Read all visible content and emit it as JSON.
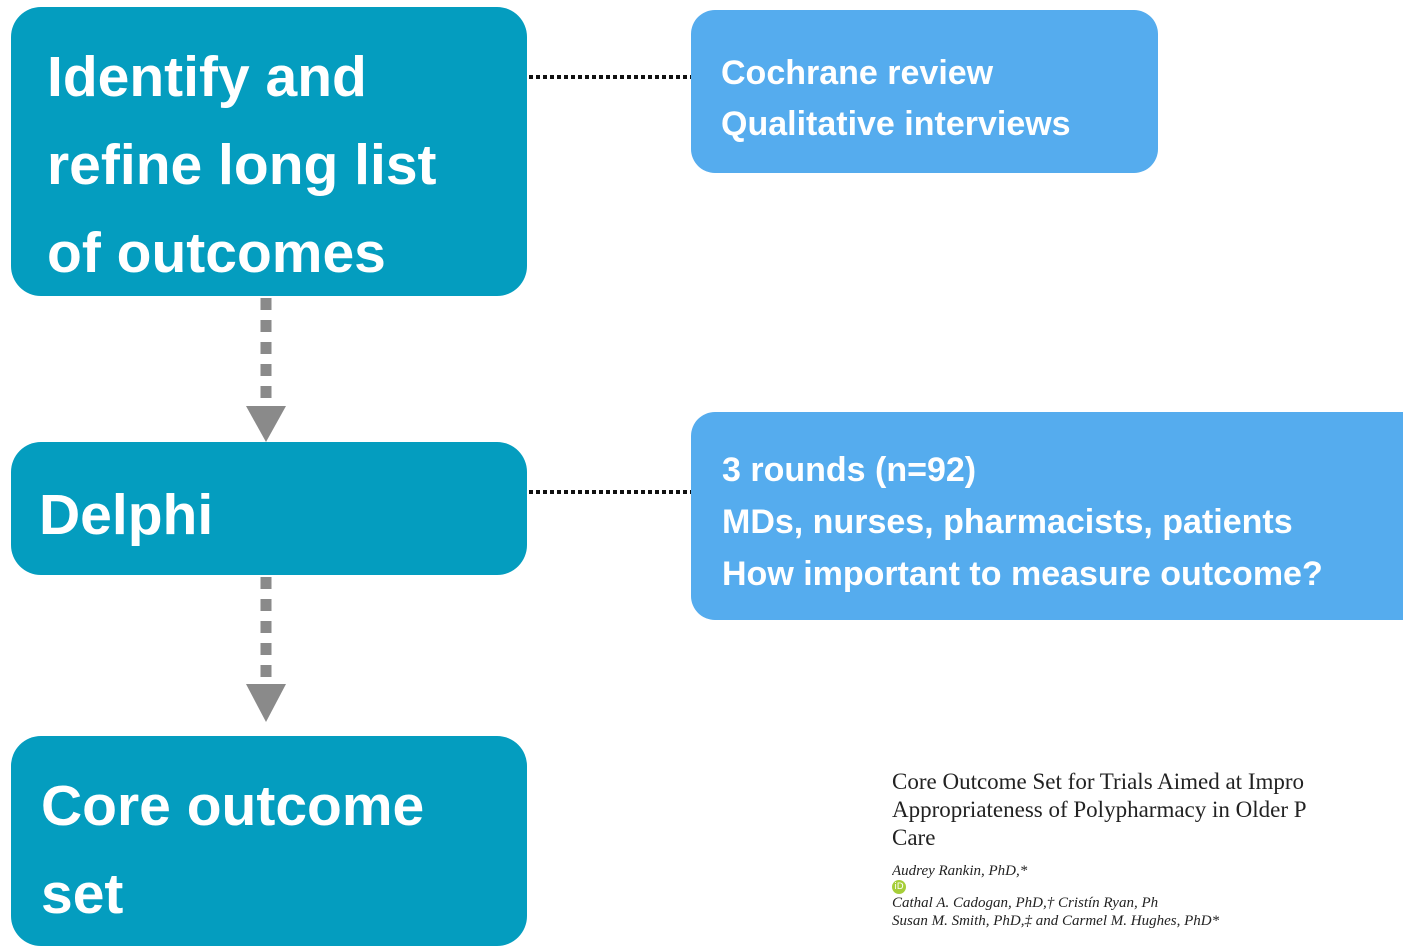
{
  "steps": [
    {
      "lines": [
        "Identify and",
        "refine long list",
        "of outcomes"
      ]
    },
    {
      "lines": [
        "Delphi"
      ]
    },
    {
      "lines": [
        "Core outcome",
        "set"
      ]
    }
  ],
  "notes": [
    {
      "lines": [
        "Cochrane review",
        "Qualitative interviews"
      ]
    },
    {
      "lines": [
        "3 rounds (n=92)",
        "MDs, nurses, pharmacists, patients",
        "How important to measure outcome?"
      ]
    }
  ],
  "citation": {
    "title_lines": [
      "Core Outcome Set for Trials Aimed at Impro",
      "Appropriateness of Polypharmacy in Older P",
      "Care"
    ],
    "authors_line1_a": "Audrey Rankin, PhD,*",
    "authors_line1_b": " Cathal A. Cadogan, PhD,† Cristín Ryan, Ph",
    "authors_line2": "Susan M. Smith, PhD,‡ and Carmel M. Hughes, PhD*",
    "orcid_icon": "orcid-icon",
    "orcid_glyph": "iD"
  },
  "colors": {
    "step_fill": "#049dbf",
    "note_fill": "#55acee",
    "arrow": "#8a8a8a",
    "dotted_line": "#111111"
  }
}
